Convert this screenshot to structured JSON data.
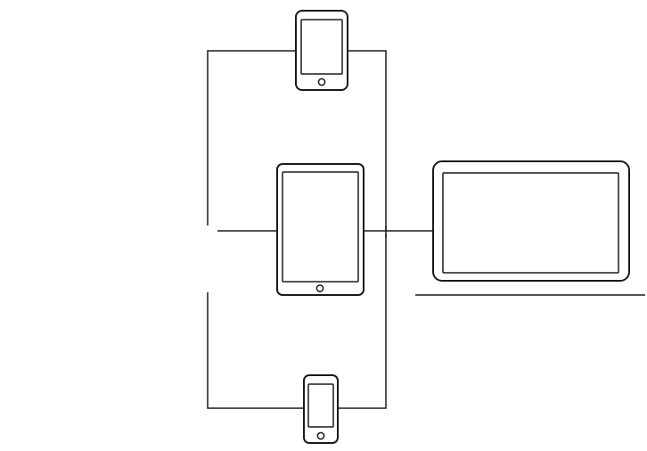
{
  "diagram": {
    "stroke_color": "#1a1a1a",
    "background_color": "#ffffff",
    "devices": [
      {
        "id": "phone-top",
        "kind": "smartphone",
        "icon": "smartphone-icon"
      },
      {
        "id": "tablet-center",
        "kind": "tablet",
        "icon": "tablet-icon"
      },
      {
        "id": "phone-bottom",
        "kind": "smartphone",
        "icon": "smartphone-icon"
      },
      {
        "id": "laptop-right",
        "kind": "laptop",
        "icon": "laptop-icon"
      }
    ],
    "connections": [
      {
        "from": "phone-top",
        "to": "tablet-center"
      },
      {
        "from": "phone-bottom",
        "to": "tablet-center"
      },
      {
        "from": "tablet-center",
        "to": "laptop-right"
      }
    ]
  }
}
